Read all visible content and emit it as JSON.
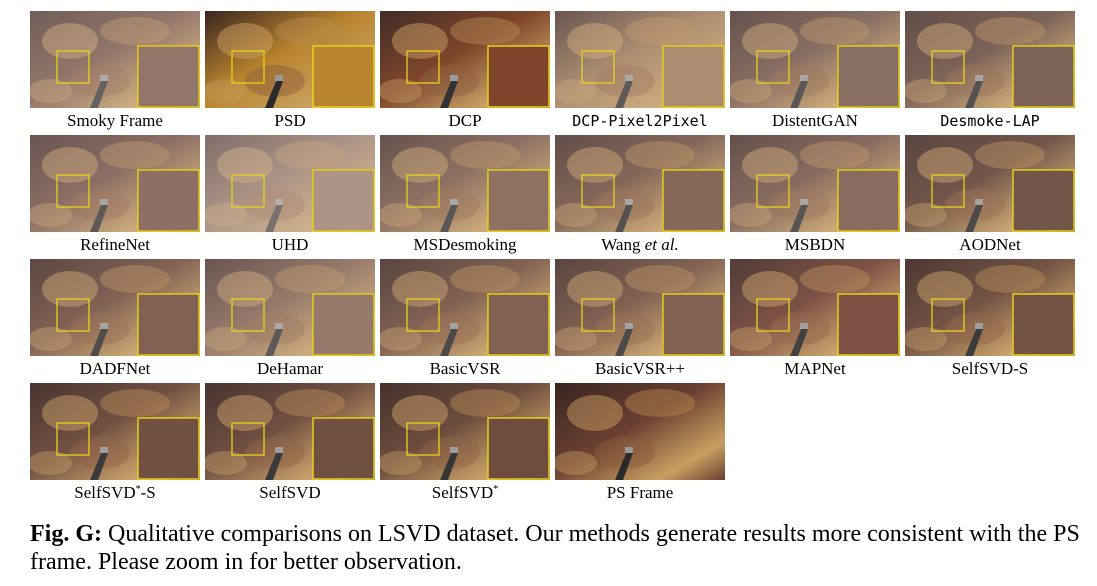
{
  "figure": {
    "panels": [
      {
        "label": "Smoky Frame",
        "tone": "#6e4a3c",
        "haze": 0.35,
        "inset": true
      },
      {
        "label": "PSD",
        "tone": "#b8842e",
        "haze": 0.0,
        "inset": true
      },
      {
        "label": "DCP",
        "tone": "#7a3f22",
        "haze": 0.05,
        "inset": true
      },
      {
        "label": "DCP-Pixel2Pixel",
        "tone": "#9a7550",
        "haze": 0.3,
        "inset": true,
        "mono": true
      },
      {
        "label": "DistentGAN",
        "tone": "#6b4c40",
        "haze": 0.28,
        "inset": true
      },
      {
        "label": "Desmoke-LAP",
        "tone": "#5f4236",
        "haze": 0.25,
        "inset": true,
        "mono": true
      },
      {
        "label": "RefineNet",
        "tone": "#6d4a3e",
        "haze": 0.3,
        "inset": true
      },
      {
        "label": "UHD",
        "tone": "#8a6a56",
        "haze": 0.45,
        "inset": true
      },
      {
        "label": "MSDesmoking",
        "tone": "#725040",
        "haze": 0.28,
        "inset": true
      },
      {
        "label_prefix": "Wang ",
        "label_em": "et al.",
        "tone": "#6a4838",
        "haze": 0.25,
        "inset": true
      },
      {
        "label": "MSBDN",
        "tone": "#6c4a3c",
        "haze": 0.27,
        "inset": true
      },
      {
        "label": "AODNet",
        "tone": "#5a3a2e",
        "haze": 0.2,
        "inset": true
      },
      {
        "label": "DADFNet",
        "tone": "#6a4536",
        "haze": 0.22,
        "inset": true
      },
      {
        "label": "DeHamar",
        "tone": "#7a5a48",
        "haze": 0.3,
        "inset": true
      },
      {
        "label": "BasicVSR",
        "tone": "#6c4838",
        "haze": 0.2,
        "inset": true
      },
      {
        "label": "BasicVSR++",
        "tone": "#6c4838",
        "haze": 0.2,
        "inset": true
      },
      {
        "label": "MAPNet",
        "tone": "#6e3e30",
        "haze": 0.15,
        "inset": true
      },
      {
        "label": "SelfSVD-S",
        "tone": "#664434",
        "haze": 0.12,
        "inset": true
      },
      {
        "label_prefix": "SelfSVD",
        "label_sup": "*",
        "label_suffix": "-S",
        "tone": "#664434",
        "haze": 0.1,
        "inset": true
      },
      {
        "label": "SelfSVD",
        "tone": "#654333",
        "haze": 0.1,
        "inset": true
      },
      {
        "label_prefix": "SelfSVD",
        "label_sup": "*",
        "label_suffix": "",
        "tone": "#654333",
        "haze": 0.08,
        "inset": true
      },
      {
        "label": "PS Frame",
        "tone": "#6a4032",
        "haze": 0.0,
        "inset": false
      }
    ]
  },
  "caption": {
    "fig_label": "Fig. G:",
    "text": " Qualitative comparisons on LSVD dataset. Our methods generate results more consistent with the PS frame. Please zoom in for better observation."
  },
  "colors": {
    "box": "#e8d21a",
    "tissue_light": "#c9a060",
    "tissue_dark": "#3a2520"
  }
}
